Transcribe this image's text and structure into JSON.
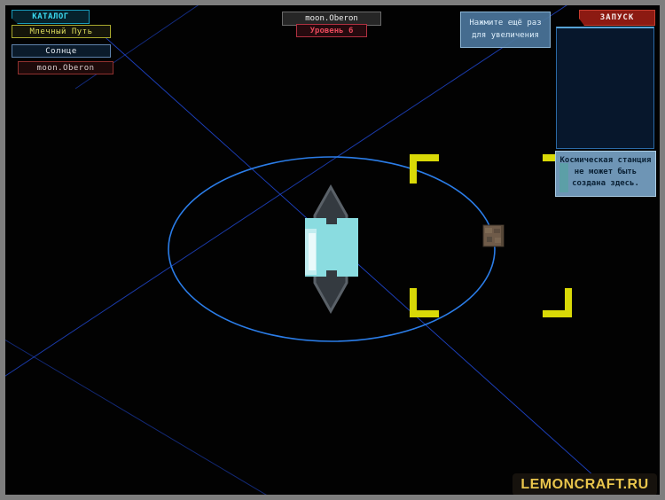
{
  "nav": {
    "catalog_label": "КАТАЛОГ",
    "galaxy_label": "Млечный Путь",
    "star_label": "Солнце",
    "body_label": "moon.Oberon"
  },
  "header": {
    "selected_body_label": "moon.Oberon",
    "level_label": "Уровень 6",
    "launch_label": "ЗАПУСК"
  },
  "messages": {
    "zoom_tooltip": "Нажмите ещё раз для увеличения",
    "station_warning": "Космическая станция не может быть создана здесь."
  },
  "watermark": {
    "label": "LEMONCRAFT.RU",
    "text_color": "#e8c44c"
  },
  "map": {
    "colors": {
      "orbit": "#2b7de8",
      "trajectory_lines": "#1e3fc8",
      "selection_brackets": "#d9d907",
      "planet_body": "#8adce0",
      "planet_spikes": "#343a40",
      "moon_surface": "#6f5b49",
      "background": "#020202",
      "frame": "#7e7e7e"
    }
  }
}
